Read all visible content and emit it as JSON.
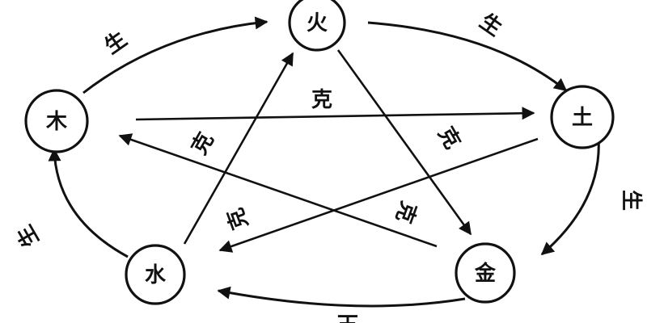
{
  "nodes": {
    "fire": "火",
    "earth": "土",
    "metal": "金",
    "water": "水",
    "wood": "木"
  },
  "relations": {
    "generate": "生",
    "overcome": "克"
  },
  "colors": {
    "ink": "#111111",
    "background": "#ffffff"
  }
}
